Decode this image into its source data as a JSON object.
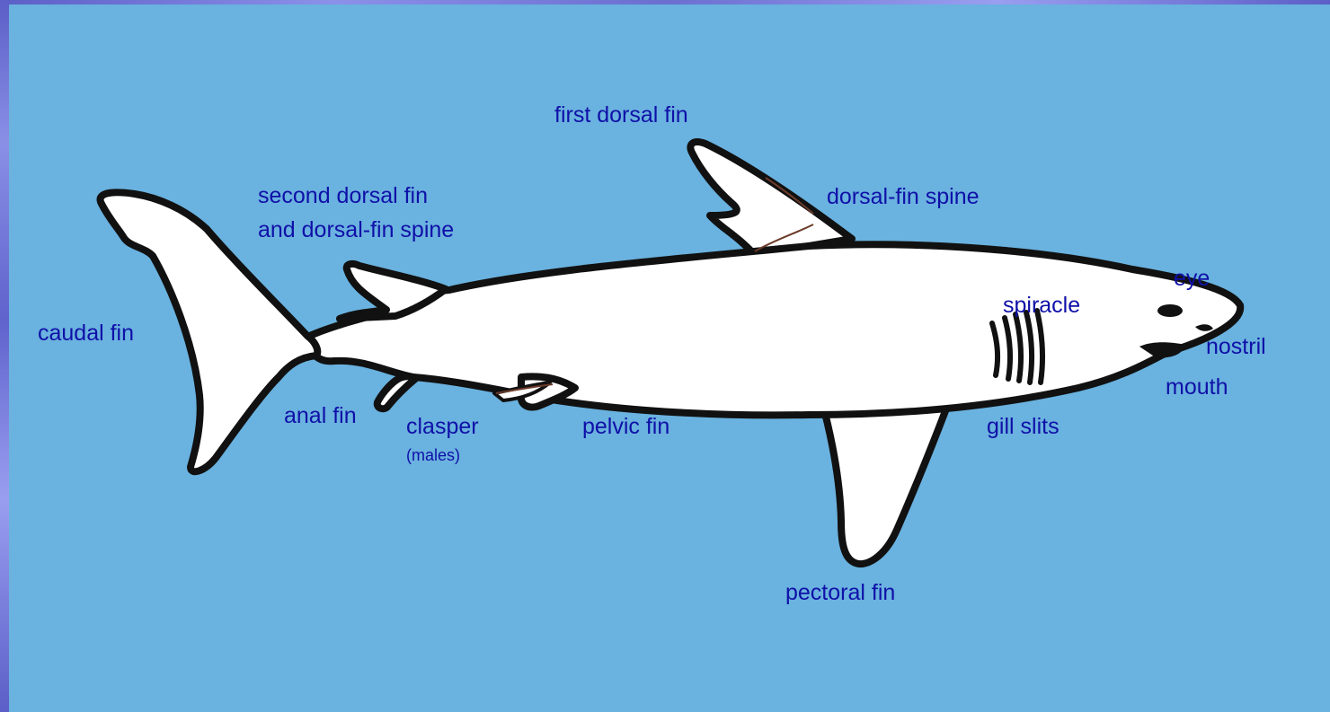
{
  "labels": {
    "first_dorsal_fin": "first dorsal fin",
    "dorsal_fin_spine": "dorsal-fin spine",
    "second_dorsal_fin_line1": "second dorsal fin",
    "second_dorsal_fin_line2": "and dorsal-fin spine",
    "caudal_fin": "caudal fin",
    "anal_fin": "anal fin",
    "clasper": "clasper",
    "clasper_note": "(males)",
    "pelvic_fin": "pelvic fin",
    "pectoral_fin": "pectoral fin",
    "gill_slits": "gill slits",
    "spiracle": "spiracle",
    "eye": "eye",
    "nostril": "nostril",
    "mouth": "mouth"
  },
  "colors": {
    "background": "#6ab2df",
    "frame": "#6a6fd0",
    "shark_fill": "#ffffff",
    "shark_outline": "#111111",
    "label_text": "#0f10a8"
  }
}
